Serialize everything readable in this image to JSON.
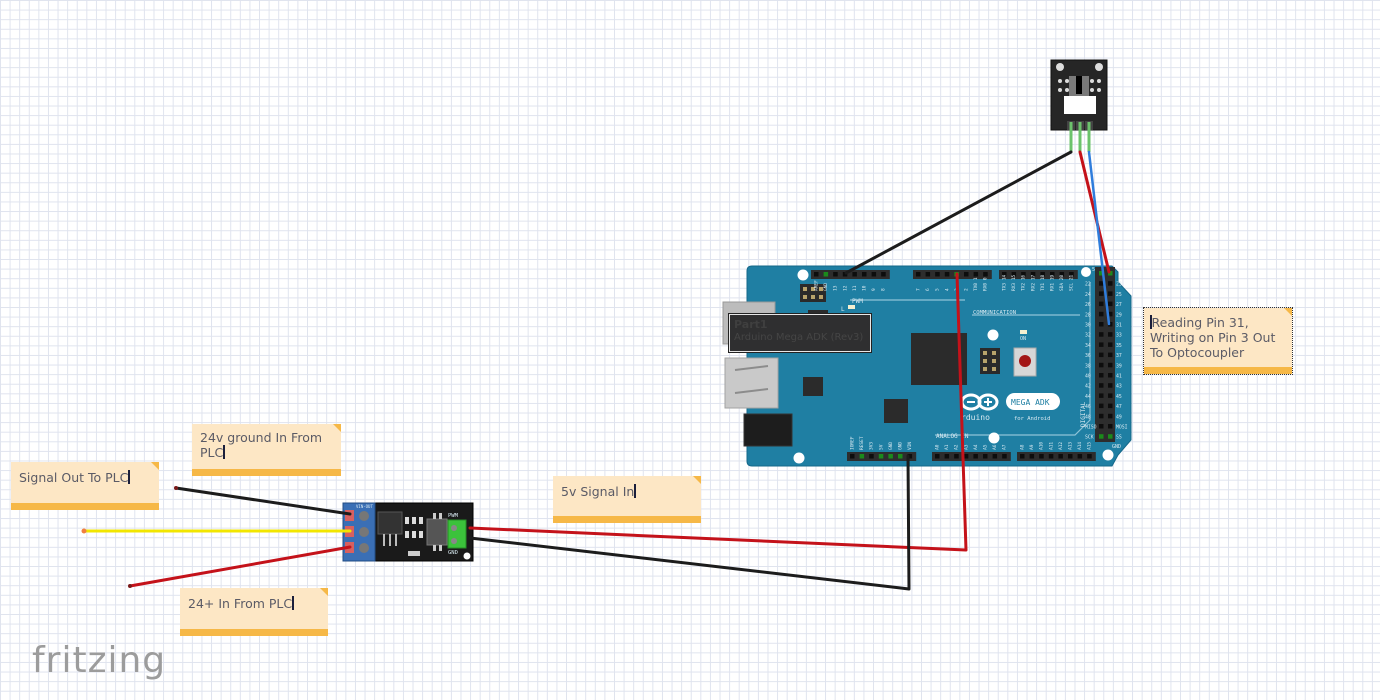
{
  "app": {
    "logo_text": "fritzing"
  },
  "notes": [
    {
      "id": "note-24v-ground",
      "text": "24v ground In From PLC"
    },
    {
      "id": "note-signal-out",
      "text": "Signal Out To PLC"
    },
    {
      "id": "note-5v-signal",
      "text": "5v Signal In"
    },
    {
      "id": "note-24-plus",
      "text": "24+ In From PLC"
    },
    {
      "id": "note-reading-pin",
      "text": "Reading Pin 31, Writing on Pin 3 Out To Optocoupler"
    }
  ],
  "parts": {
    "arduino": {
      "label_title": "Part1",
      "label_subtitle": "Arduino Mega ADK (Rev3)",
      "badge_text": "MEGA ADK",
      "badge_sub": "for Android",
      "brand": "rduino",
      "header_labels": {
        "pwm": "PWM",
        "communication": "COMMUNICATION",
        "analog_in": "ANALOG IN",
        "digital": "DIGITAL",
        "on": "ON",
        "reset": "RESET",
        "l": "L",
        "gnd": "GND",
        "top_left_pins": [
          "AREF",
          "GND",
          "13",
          "12",
          "11",
          "10",
          "9",
          "8"
        ],
        "top_mid_pins": [
          "7",
          "6",
          "5",
          "4",
          "3",
          "2",
          "TX0 1",
          "RX0 0"
        ],
        "top_right_pins": [
          "TX3 14",
          "RX3 15",
          "TX2 16",
          "RX2 17",
          "TX1 18",
          "RX1 19",
          "SDA 20",
          "SCL 21"
        ],
        "power_pins": [
          "IOREF",
          "RESET",
          "3V3",
          "5V",
          "GND",
          "GND",
          "VIN"
        ],
        "analog_pins_a": [
          "A0",
          "A1",
          "A2",
          "A3",
          "A4",
          "A5",
          "A6",
          "A7"
        ],
        "analog_pins_b": [
          "A8",
          "A9",
          "A10",
          "A11",
          "A12",
          "A13",
          "A14",
          "A15"
        ],
        "digital_left": [
          "22",
          "24",
          "26",
          "28",
          "30",
          "32",
          "34",
          "36",
          "38",
          "40",
          "42",
          "44",
          "46",
          "48",
          "MISO",
          "SCK"
        ],
        "digital_right": [
          "23",
          "25",
          "27",
          "29",
          "31",
          "33",
          "35",
          "37",
          "39",
          "41",
          "43",
          "45",
          "47",
          "49",
          "MOSI",
          "SS"
        ],
        "top_5v": "5V"
      }
    },
    "mosfet_module": {
      "pwm_label": "PWM",
      "gnd_label": "GND",
      "vin_label": "VIN-OUT"
    },
    "sensor": {
      "name": "optical-sensor-module"
    }
  },
  "colors": {
    "wire_black": "#1c1c1c",
    "wire_red": "#c4121a",
    "wire_yellow": "#f2e600",
    "wire_blue": "#2f7ddc",
    "board_teal": "#1f7fa3",
    "note_fill": "#fde7c5",
    "note_bar": "#f6b847"
  }
}
